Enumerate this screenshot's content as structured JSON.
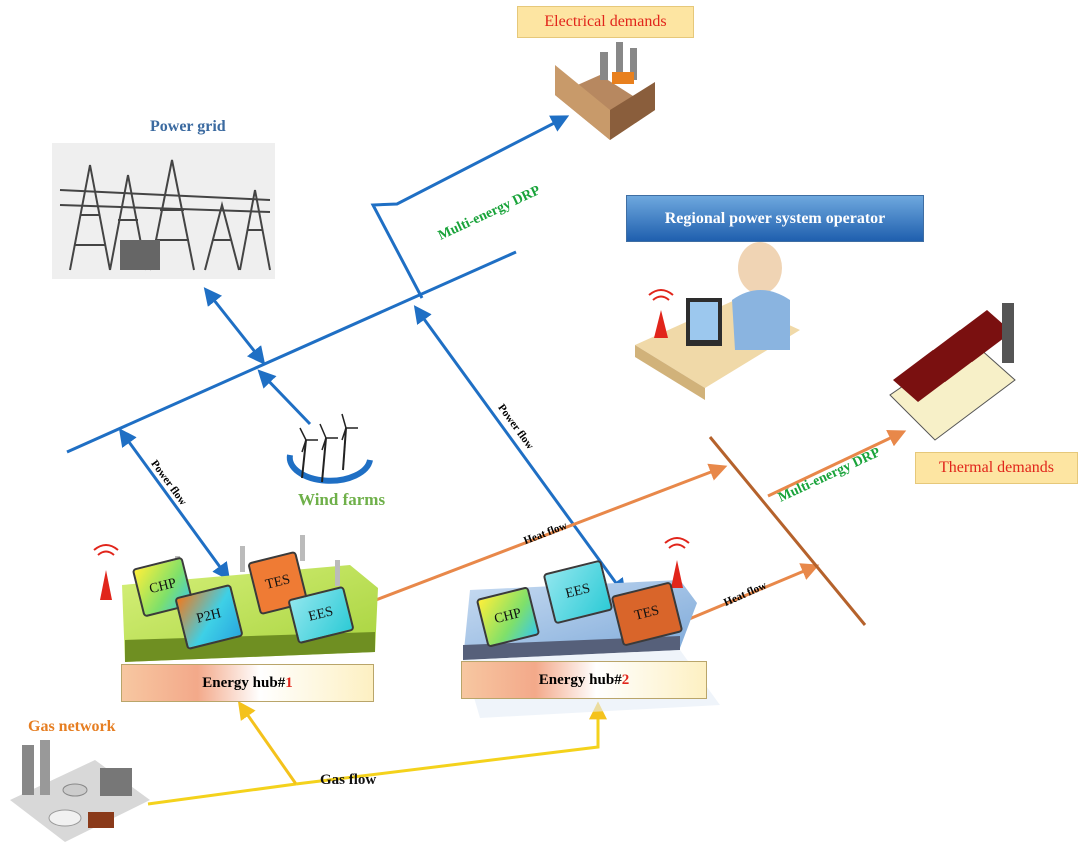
{
  "labels": {
    "power_grid": "Power grid",
    "electrical_demands": "Electrical demands",
    "regional_operator": "Regional power system operator",
    "thermal_demands": "Thermal demands",
    "wind_farms": "Wind farms",
    "gas_network": "Gas network",
    "gas_flow": "Gas flow",
    "multi_energy_drp_1": "Multi-energy DRP",
    "multi_energy_drp_2": "Multi-energy DRP",
    "power_flow_1": "Power flow",
    "power_flow_2": "Power flow",
    "heat_flow_1": "Heat flow",
    "heat_flow_2": "Heat flow"
  },
  "hub1": {
    "title": "Energy hub#",
    "number": "1",
    "devices": [
      "CHP",
      "P2H",
      "TES",
      "EES"
    ]
  },
  "hub2": {
    "title": "Energy hub#",
    "number": "2",
    "devices": [
      "CHP",
      "EES",
      "TES"
    ]
  },
  "colors": {
    "power": "#1f6fc4",
    "heat": "#e8884a",
    "gas": "#f4d21c",
    "thermal_bus": "#b5622c",
    "label_blue": "#3b6aa0",
    "label_green": "#19a33a",
    "label_orange": "#e67e22",
    "label_red": "#e1251b"
  },
  "icons": [
    "power-grid-icon",
    "factory-icon",
    "operator-computer-icon",
    "thermal-plant-icon",
    "wind-turbine-icon",
    "gas-plant-icon",
    "antenna-icon"
  ]
}
